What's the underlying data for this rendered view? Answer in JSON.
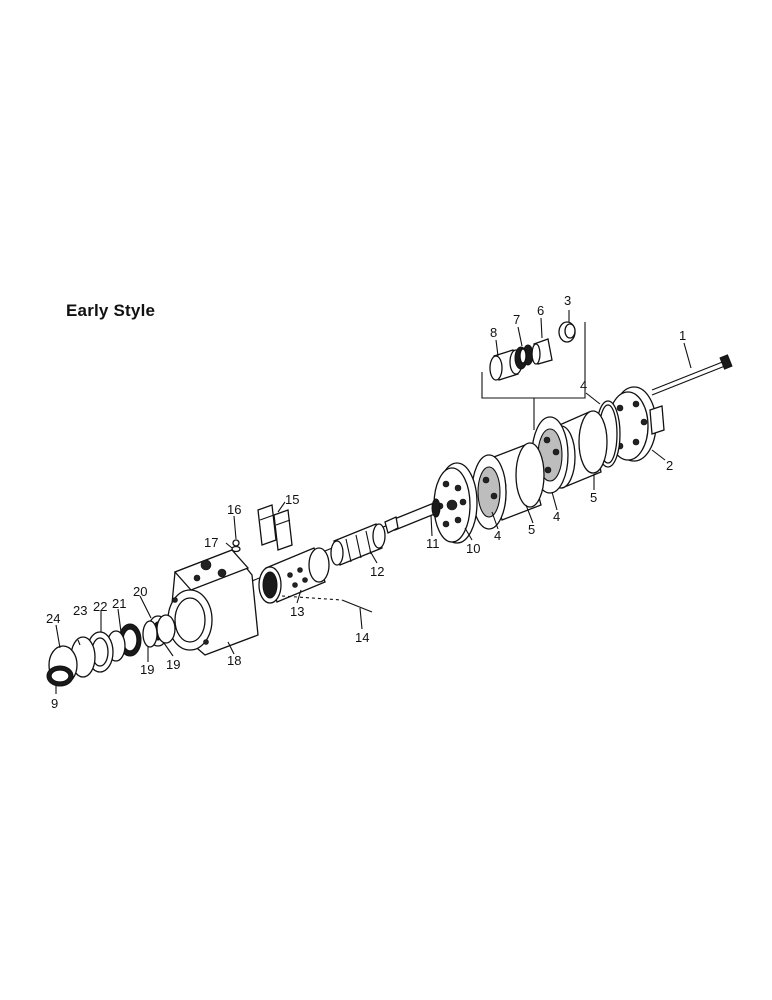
{
  "diagram": {
    "title": "Early Style",
    "callouts": [
      {
        "id": "c1",
        "text": "1"
      },
      {
        "id": "c2",
        "text": "2"
      },
      {
        "id": "c3",
        "text": "3"
      },
      {
        "id": "c4a",
        "text": "4"
      },
      {
        "id": "c4b",
        "text": "4"
      },
      {
        "id": "c4c",
        "text": "4"
      },
      {
        "id": "c5a",
        "text": "5"
      },
      {
        "id": "c5b",
        "text": "5"
      },
      {
        "id": "c6",
        "text": "6"
      },
      {
        "id": "c7",
        "text": "7"
      },
      {
        "id": "c8",
        "text": "8"
      },
      {
        "id": "c9",
        "text": "9"
      },
      {
        "id": "c10",
        "text": "10"
      },
      {
        "id": "c11",
        "text": "11"
      },
      {
        "id": "c12",
        "text": "12"
      },
      {
        "id": "c13",
        "text": "13"
      },
      {
        "id": "c14",
        "text": "14"
      },
      {
        "id": "c15",
        "text": "15"
      },
      {
        "id": "c16",
        "text": "16"
      },
      {
        "id": "c17",
        "text": "17"
      },
      {
        "id": "c18",
        "text": "18"
      },
      {
        "id": "c19a",
        "text": "19"
      },
      {
        "id": "c19b",
        "text": "19"
      },
      {
        "id": "c20",
        "text": "20"
      },
      {
        "id": "c21",
        "text": "21"
      },
      {
        "id": "c22",
        "text": "22"
      },
      {
        "id": "c23",
        "text": "23"
      },
      {
        "id": "c24",
        "text": "24"
      }
    ]
  }
}
